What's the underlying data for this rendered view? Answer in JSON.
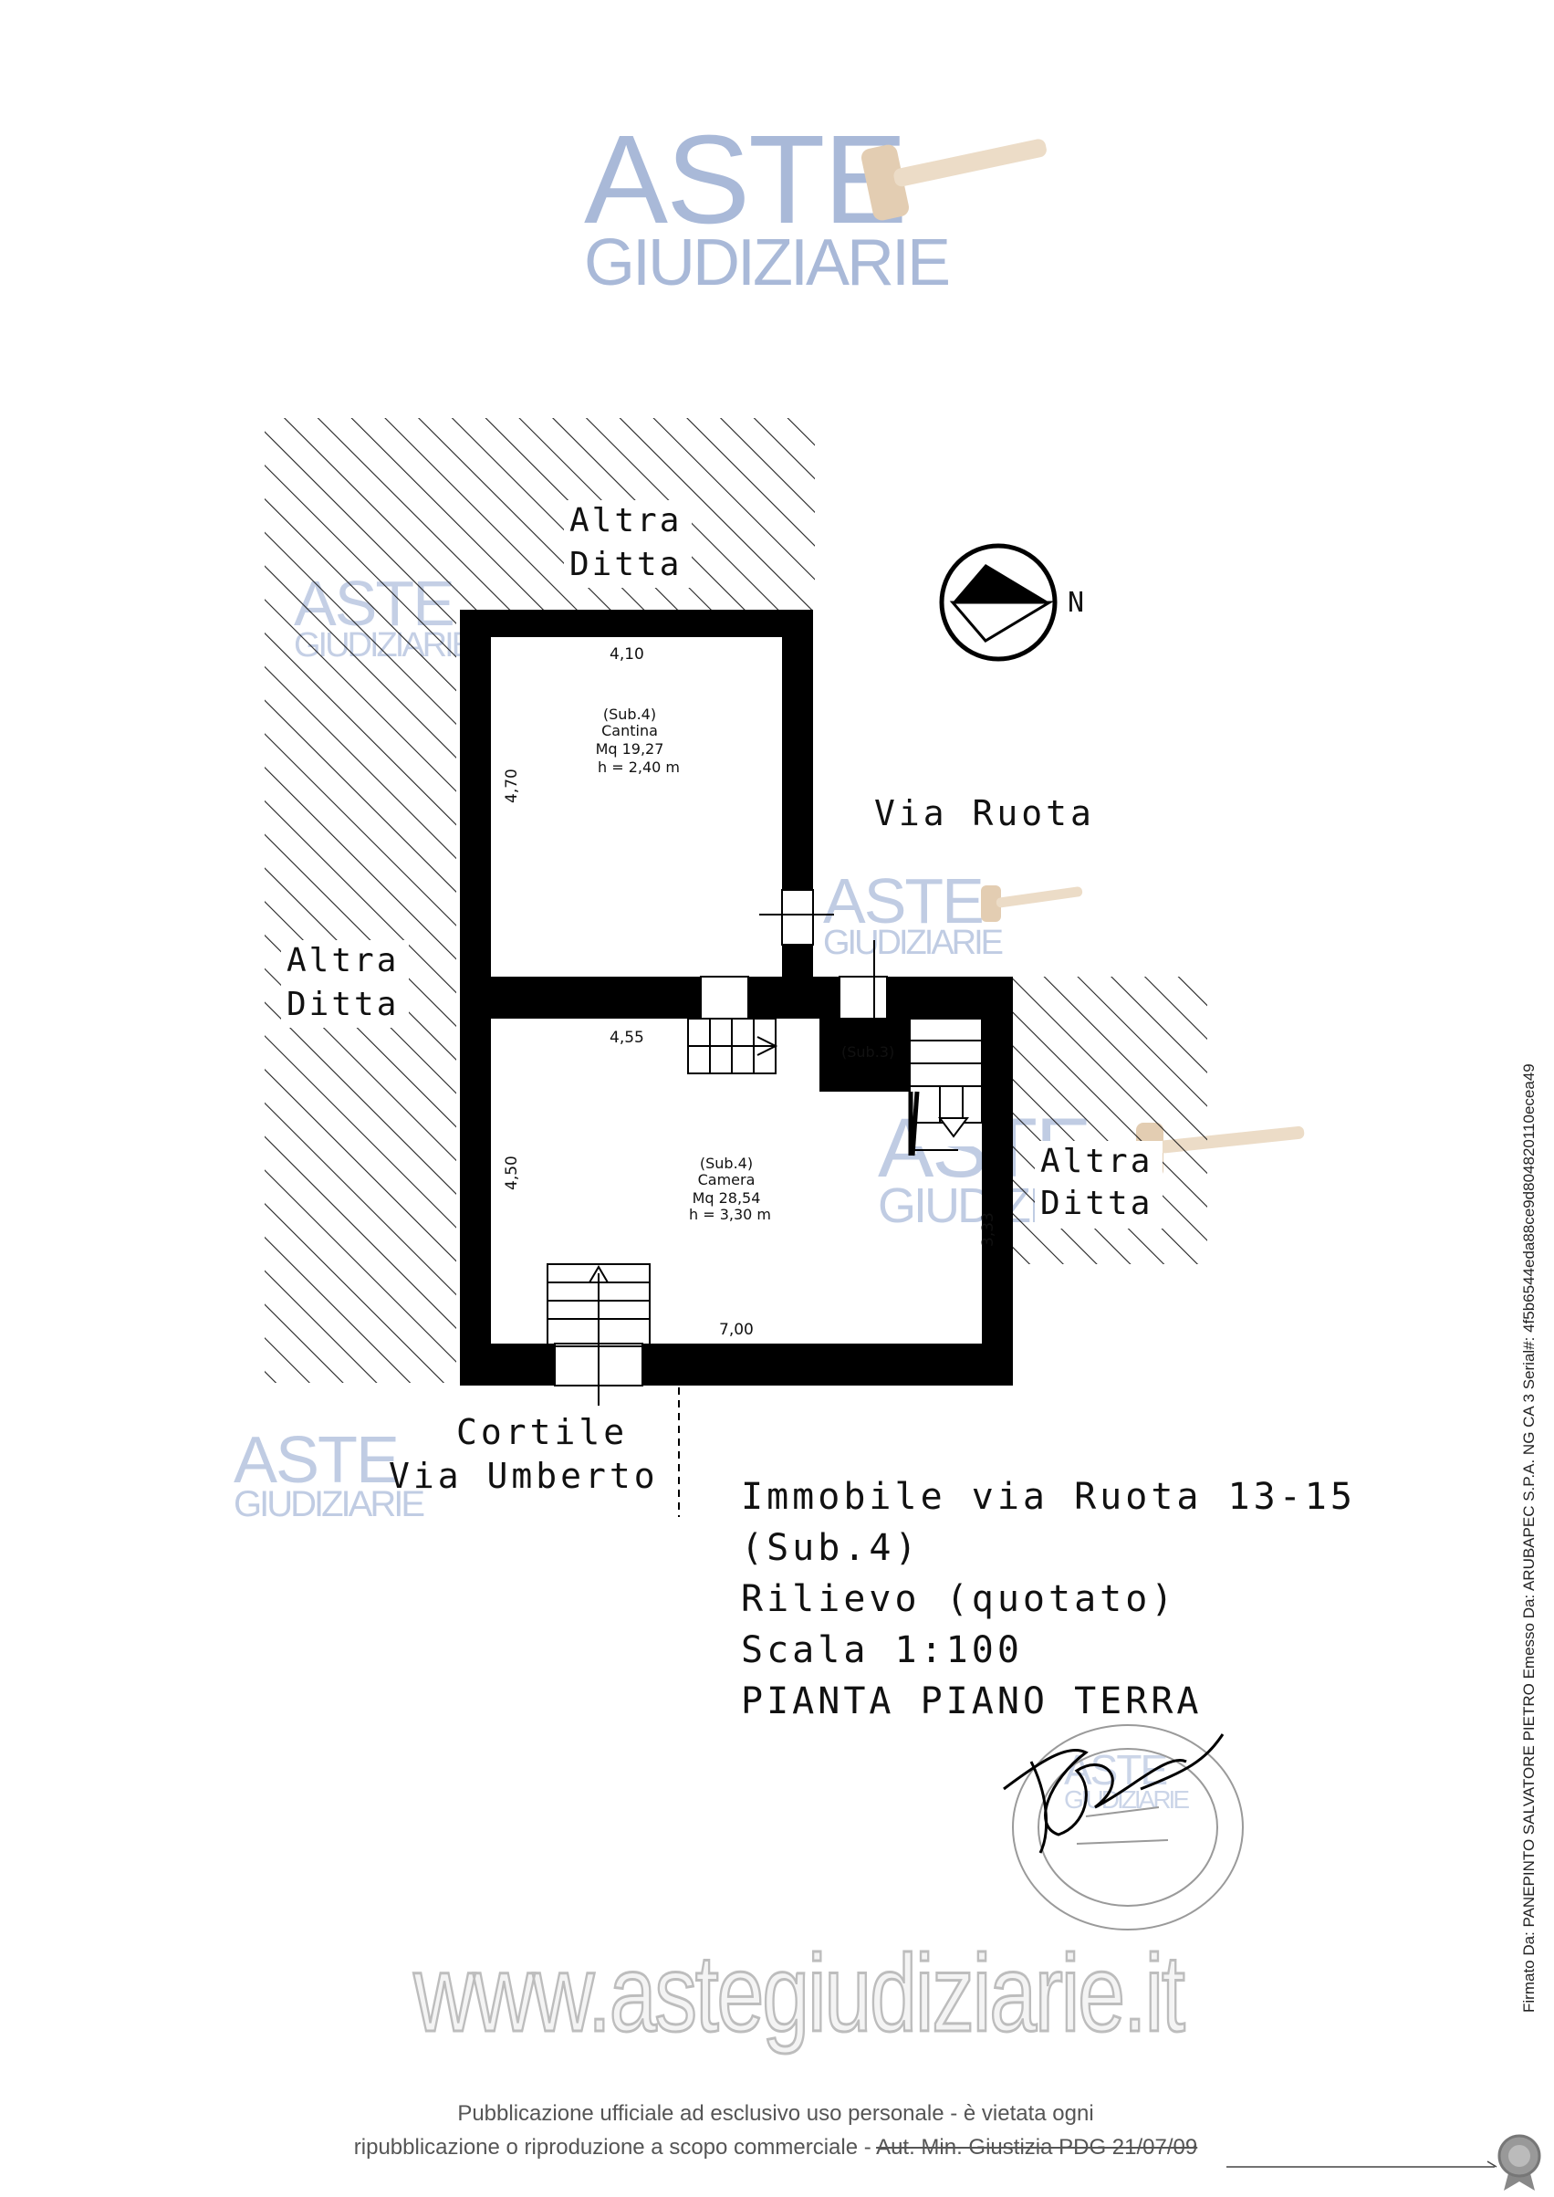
{
  "watermark": {
    "line1": "ASTE",
    "line2": "GIUDIZIARIE",
    "site": "www.astegiudiziarie.it",
    "color_text": "#a9b9d8",
    "color_gavel": "#e3cdb2"
  },
  "labels": {
    "altra_ditta_top": [
      "Altra",
      "Ditta"
    ],
    "altra_ditta_left": [
      "Altra",
      "Ditta"
    ],
    "altra_ditta_right": [
      "Altra",
      "Ditta"
    ],
    "via_ruota": "Via Ruota",
    "cortile": "Cortile",
    "via_umberto": "Via Umberto",
    "north": "N"
  },
  "rooms": {
    "cantina": {
      "sub": "(Sub.4)",
      "name": "Cantina",
      "area": "Mq 19,27",
      "height": "h = 2,40 m"
    },
    "camera": {
      "sub": "(Sub.4)",
      "name": "Camera",
      "area": "Mq 28,54",
      "height": "h = 3,30 m"
    },
    "sub3": "(Sub.3)"
  },
  "dimensions": {
    "cantina_width": "4,10",
    "cantina_depth": "4,70",
    "camera_width": "4,55",
    "camera_depth": "4,50",
    "right_depth": "3,33",
    "front_width": "7,00"
  },
  "caption": [
    "Immobile via Ruota 13-15",
    "(Sub.4)",
    "Rilievo (quotato)",
    "Scala 1:100",
    "PIANTA PIANO TERRA"
  ],
  "footer": {
    "line1": "Pubblicazione ufficiale ad esclusivo uso personale - è vietata ogni",
    "line2_a": "ripubblicazione o riproduzione a scopo commerciale - ",
    "line2_b": "Aut. Min. Giustizia PDG 21/07/09"
  },
  "signature_info": "Firmato Da: PANEPINTO SALVATORE PIETRO Emesso Da: ARUBAPEC S.P.A. NG CA 3 Serial#: 4f5b6544eda88ce9d804820110ecea49"
}
